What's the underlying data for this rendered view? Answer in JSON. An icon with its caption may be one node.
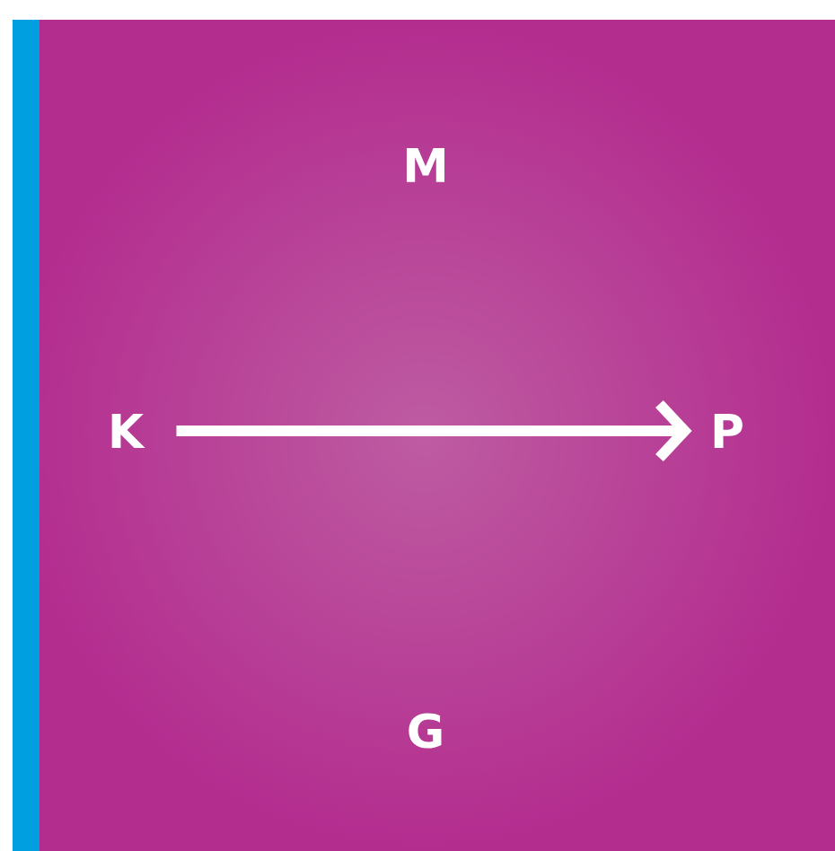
{
  "diagram": {
    "nodes": [
      {
        "text": [
          "M"
        ]
      },
      {
        "text": [
          "K"
        ]
      },
      {
        "text": [
          "P"
        ]
      },
      {
        "text": [
          "G"
        ]
      }
    ],
    "edges": [
      {
        "from": 1,
        "to": 2,
        "arrow": "to"
      }
    ]
  }
}
